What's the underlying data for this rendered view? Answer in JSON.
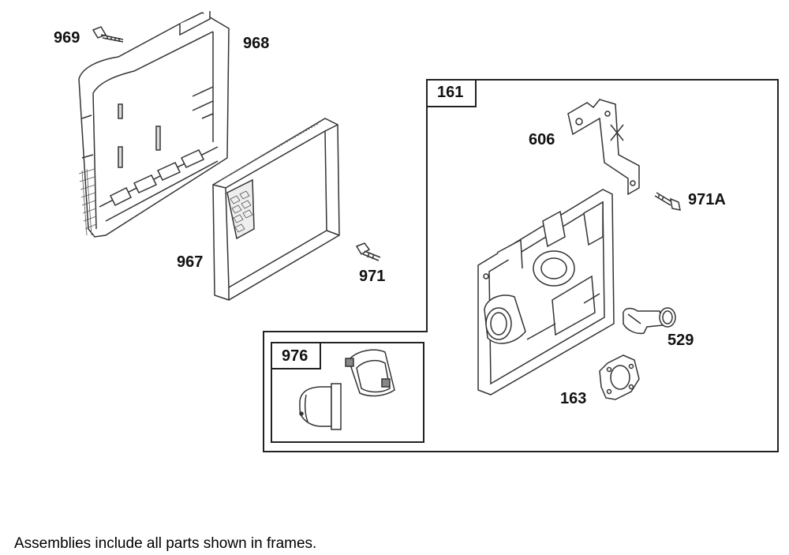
{
  "labels": {
    "p969": "969",
    "p968": "968",
    "p967": "967",
    "p971": "971",
    "p161": "161",
    "p606": "606",
    "p971A": "971A",
    "p529": "529",
    "p976": "976",
    "p163": "163"
  },
  "note": "Assemblies include all parts shown in frames."
}
